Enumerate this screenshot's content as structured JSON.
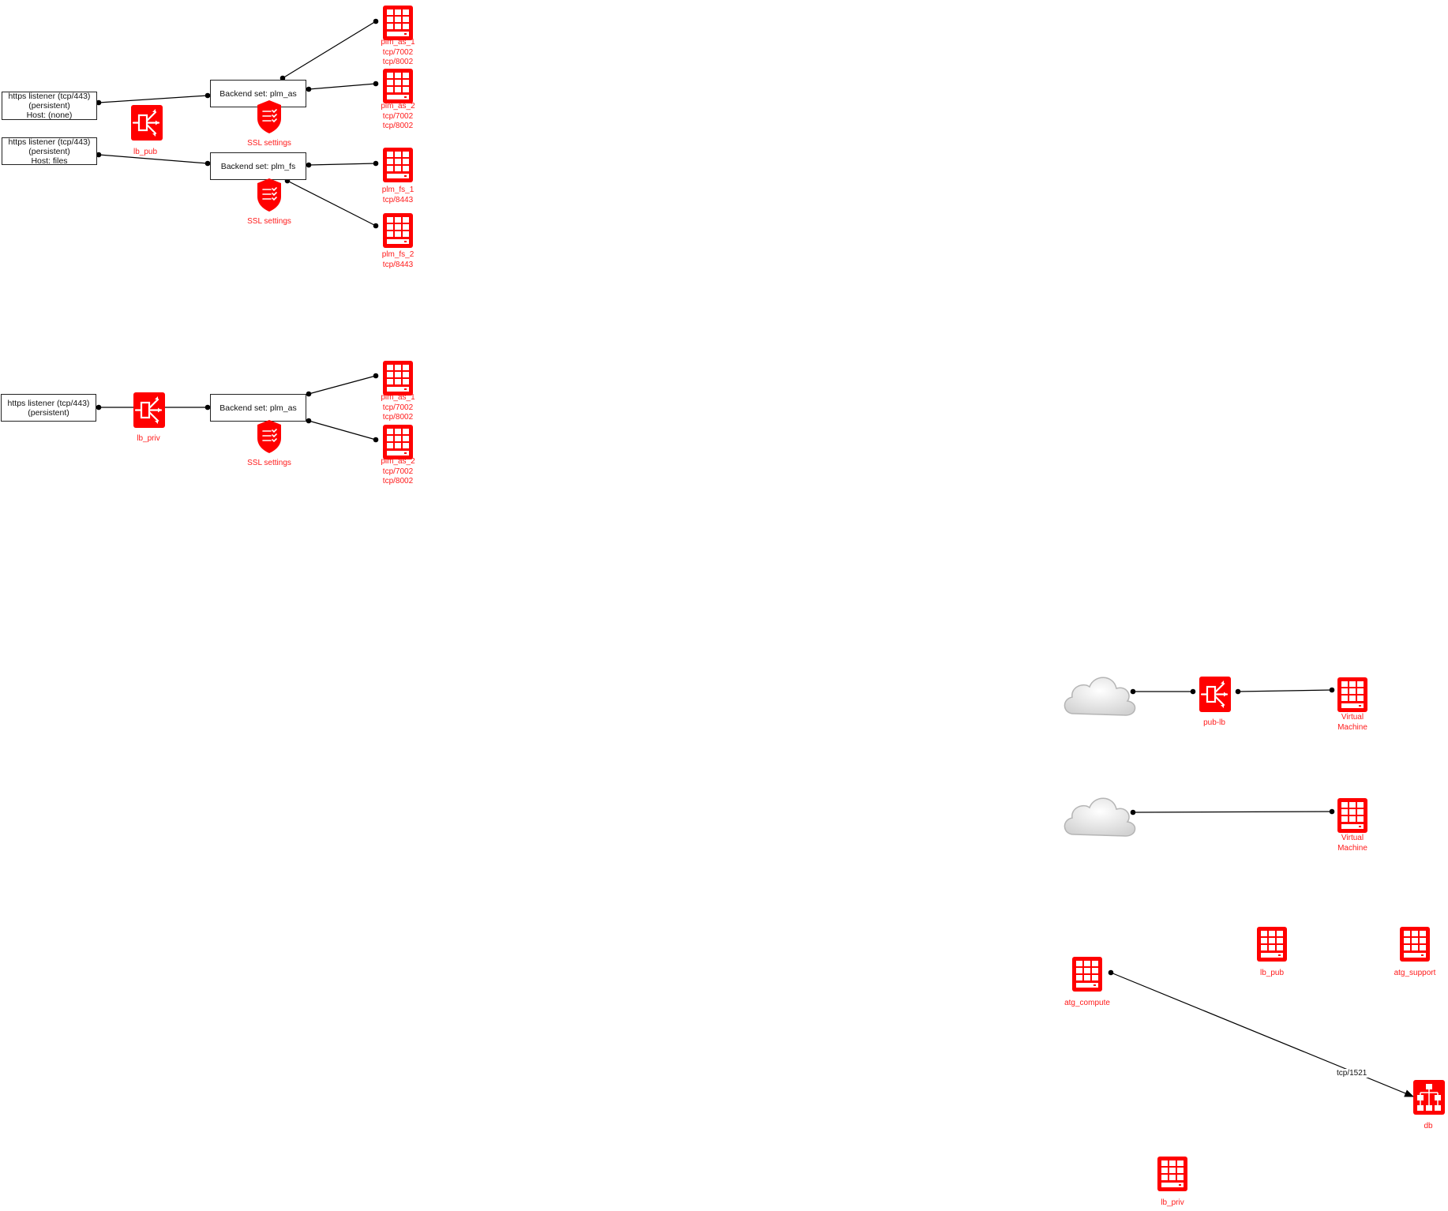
{
  "colors": {
    "accent": "#ff0000",
    "line": "#000000",
    "label": "#ff1a1a"
  },
  "diagram1": {
    "listeners": [
      "https listener (tcp/443)\n(persistent)\nHost: (none)",
      "https listener (tcp/443)\n(persistent)\nHost: files"
    ],
    "lb_label": "lb_pub",
    "backend_sets": [
      "Backend set: plm_as",
      "Backend set: plm_fs"
    ],
    "ssl_label": "SSL settings",
    "servers": [
      "plm_as_1\ntcp/7002\ntcp/8002",
      "plm_as_2\ntcp/7002\ntcp/8002",
      "plm_fs_1\ntcp/8443",
      "plm_fs_2\ntcp/8443"
    ]
  },
  "diagram2": {
    "listener": "https listener (tcp/443)\n(persistent)",
    "lb_label": "lb_priv",
    "backend_set": "Backend set: plm_as",
    "ssl_label": "SSL settings",
    "servers": [
      "plm_as_1\ntcp/7002\ntcp/8002",
      "plm_as_2\ntcp/7002\ntcp/8002"
    ]
  },
  "diagram3": {
    "lb_label": "pub-lb",
    "vm_label": "Virtual\nMachine"
  },
  "diagram4": {
    "vm_label": "Virtual\nMachine"
  },
  "diagram5": {
    "nodes": {
      "lb_pub": "lb_pub",
      "atg_support": "atg_support",
      "atg_compute": "atg_compute",
      "db": "db",
      "lb_priv": "lb_priv"
    },
    "edge_label": "tcp/1521"
  }
}
